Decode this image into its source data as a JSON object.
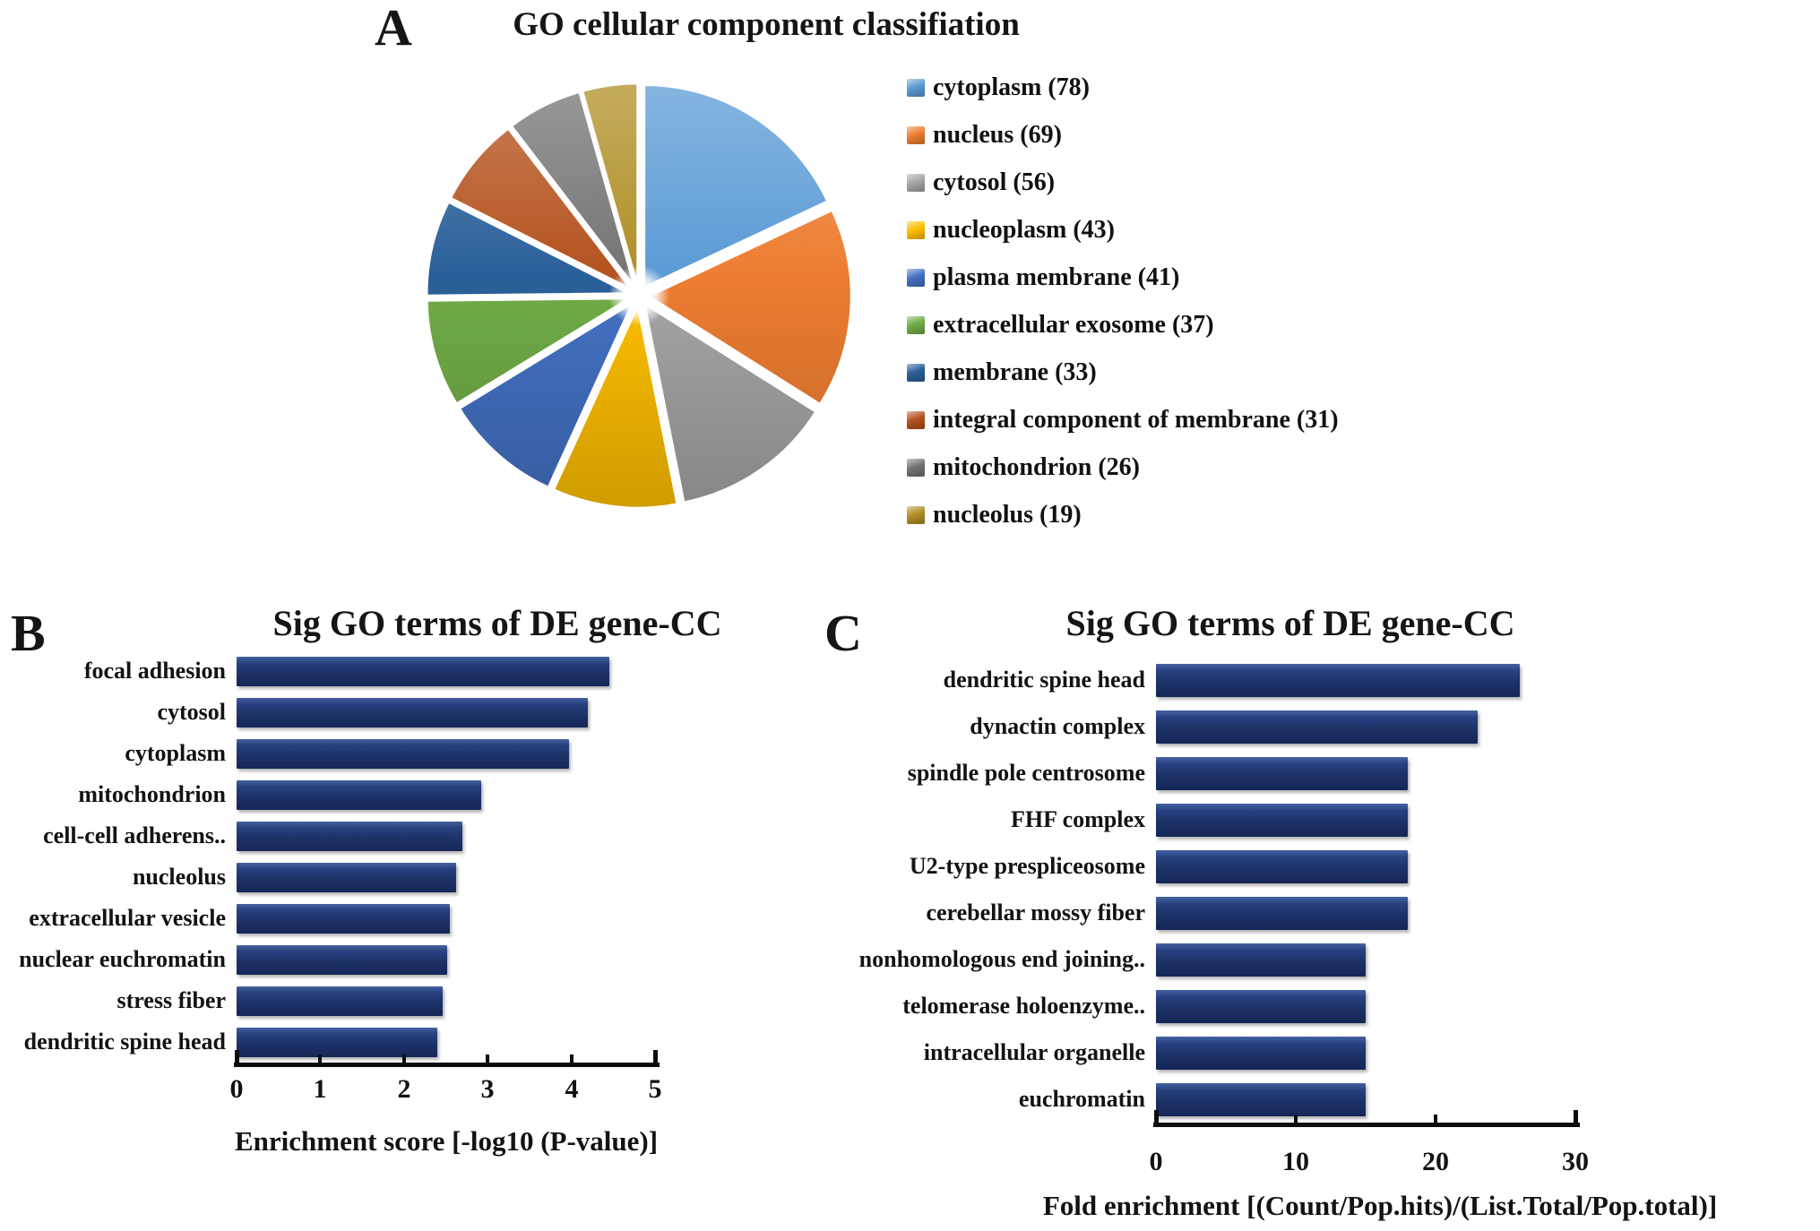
{
  "accent_colors": {
    "bar_navy": "#1C3568",
    "text": "#131313"
  },
  "chart_data": [
    {
      "id": "go-cc-pie",
      "type": "pie",
      "panel_label": "A",
      "title": "GO cellular component classifiation",
      "legend_position": "right",
      "start_angle_deg": 0,
      "direction": "clockwise",
      "exploded": true,
      "slices": [
        {
          "label": "cytoplasm",
          "count": 78,
          "legend": "cytoplasm (78)",
          "color": "#5B9BD5"
        },
        {
          "label": "nucleus",
          "count": 69,
          "legend": "nucleus (69)",
          "color": "#ED7D31"
        },
        {
          "label": "cytosol",
          "count": 56,
          "legend": "cytosol (56)",
          "color": "#A6A6A6"
        },
        {
          "label": "nucleoplasm",
          "count": 43,
          "legend": "nucleoplasm (43)",
          "color": "#FFC000"
        },
        {
          "label": "plasma membrane",
          "count": 41,
          "legend": "plasma membrane (41)",
          "color": "#4472C4"
        },
        {
          "label": "extracellular exosome",
          "count": 37,
          "legend": "extracellular exosome (37)",
          "color": "#70AD47"
        },
        {
          "label": "membrane",
          "count": 33,
          "legend": "membrane (33)",
          "color": "#2A6099"
        },
        {
          "label": "integral component of membrane",
          "count": 31,
          "legend": "integral component of membrane (31)",
          "color": "#B5521E"
        },
        {
          "label": "mitochondrion",
          "count": 26,
          "legend": "mitochondrion (26)",
          "color": "#747474"
        },
        {
          "label": "nucleolus",
          "count": 19,
          "legend": "nucleolus (19)",
          "color": "#B08F26"
        }
      ]
    },
    {
      "id": "sig-go-enrichment-score",
      "type": "bar",
      "panel_label": "B",
      "title": "Sig GO terms of DE gene-CC",
      "orientation": "horizontal",
      "categories": [
        "focal adhesion",
        "cytosol",
        "cytoplasm",
        "mitochondrion",
        "cell-cell adherens..",
        "nucleolus",
        "extracellular vesicle",
        "nuclear euchromatin",
        "stress fiber",
        "dendritic spine head"
      ],
      "values": [
        4.45,
        4.2,
        3.97,
        2.92,
        2.7,
        2.62,
        2.55,
        2.52,
        2.46,
        2.4
      ],
      "xlabel": "Enrichment score [-log10 (P-value)]",
      "xlim": [
        0,
        5
      ],
      "xticks": [
        0,
        1,
        2,
        3,
        4,
        5
      ],
      "bar_color": "#1C3568",
      "grid": false,
      "legend": null
    },
    {
      "id": "sig-go-fold-enrichment",
      "type": "bar",
      "panel_label": "C",
      "title": "Sig GO terms of DE gene-CC",
      "orientation": "horizontal",
      "categories": [
        "dendritic spine head",
        "dynactin complex",
        "spindle pole centrosome",
        "FHF complex",
        "U2-type prespliceosome",
        "cerebellar mossy fiber",
        "nonhomologous end joining..",
        "telomerase holoenzyme..",
        "intracellular organelle",
        "euchromatin"
      ],
      "values": [
        26,
        23,
        18,
        18,
        18,
        18,
        15,
        15,
        15,
        15
      ],
      "xlabel": "Fold enrichment [(Count/Pop.hits)/(List.Total/Pop.total)]",
      "xlim": [
        0,
        30
      ],
      "xticks": [
        0,
        10,
        20,
        30
      ],
      "bar_color": "#1C3568",
      "grid": false,
      "legend": null
    }
  ]
}
